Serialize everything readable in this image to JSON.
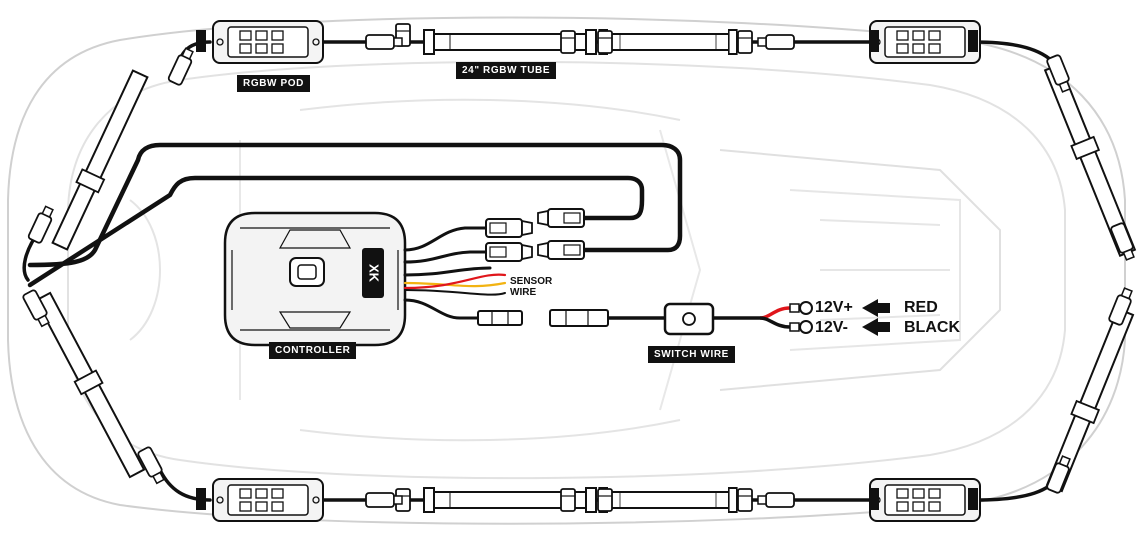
{
  "labels": {
    "rgbw_pod": "RGBW POD",
    "rgbw_tube": "24\" RGBW TUBE",
    "controller": "CONTROLLER",
    "switch_wire": "SWITCH WIRE",
    "sensor_wire_line1": "SENSOR",
    "sensor_wire_line2": "WIRE",
    "positive_terminal": "12V+",
    "negative_terminal": "12V-",
    "red": "RED",
    "black": "BLACK"
  },
  "brand": {
    "controller_logo": "XK",
    "module_badge": "XK"
  },
  "colors": {
    "wire": "#111111",
    "positive_wire": "#e0161b",
    "sensor_wire_a": "#e0161b",
    "sensor_wire_b": "#f2b312",
    "car_outline": "#cfcfcf",
    "label_bg": "#111111"
  }
}
